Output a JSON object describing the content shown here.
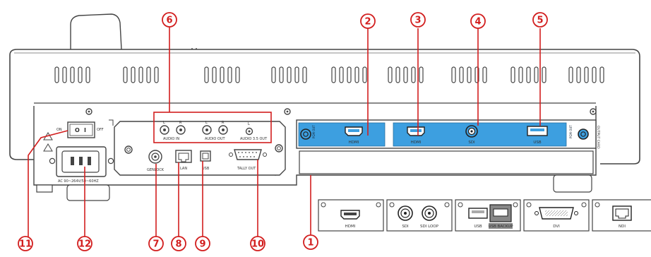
{
  "colors": {
    "callout": "#d21e1e",
    "card_blue": "#3d9fe0",
    "outline": "#444444",
    "body": "#ffffff"
  },
  "callouts": [
    "1",
    "2",
    "3",
    "4",
    "5",
    "6",
    "7",
    "8",
    "9",
    "10",
    "11",
    "12"
  ],
  "power": {
    "on_label": "ON",
    "off_label": "OFF",
    "switch_on": "O",
    "switch_off": "I",
    "ac_label": "AC 90~264V/50~60HZ"
  },
  "audio_panel": {
    "left_label": "L",
    "right_label": "R",
    "audio_in": "AUDIO IN",
    "audio_out": "AUDIO OUT",
    "audio_3_5_out": "AUDIO 3.5 OUT",
    "genlock": "GENLOCK",
    "lan": "LAN",
    "usb": "USB",
    "tally_out": "TALLY OUT"
  },
  "main_card": {
    "left_vlabel": "PGM OUT",
    "right_vlabel": "PGM OUT",
    "port1": "HDMI",
    "port2": "HDMI",
    "port3": "SDI",
    "port4": "USB",
    "side_text": "OUTPUT CARD"
  },
  "modules": {
    "hdmi": "HDMI",
    "sdi": "SDI",
    "sdi_loop": "SDI LOOP",
    "usb": "USB",
    "usb_backup": "USB BACKUP",
    "dvi": "DVI",
    "ndi": "NDI"
  }
}
